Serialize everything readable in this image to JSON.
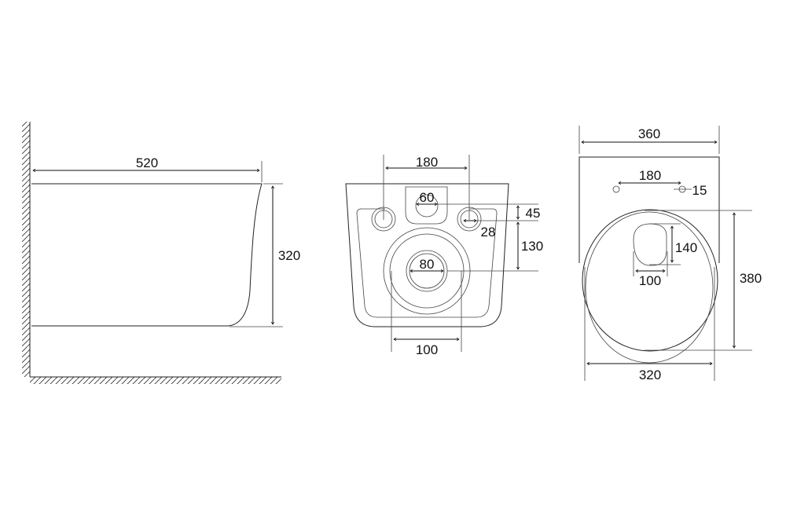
{
  "side_view": {
    "length": "520",
    "height": "320"
  },
  "front_view": {
    "fixing_spacing": "180",
    "inlet_diameter": "60",
    "inlet_offset": "45",
    "fixing_hole_diameter": "28",
    "outlet_height": "130",
    "outlet_diameter": "80",
    "outlet_width": "100"
  },
  "top_view": {
    "width": "360",
    "fixing_spacing": "180",
    "fixing_hole_diameter": "15",
    "opening_length": "140",
    "opening_width": "100",
    "seat_length": "380",
    "seat_width": "320"
  },
  "colors": {
    "line": "#222222",
    "background": "#ffffff"
  }
}
